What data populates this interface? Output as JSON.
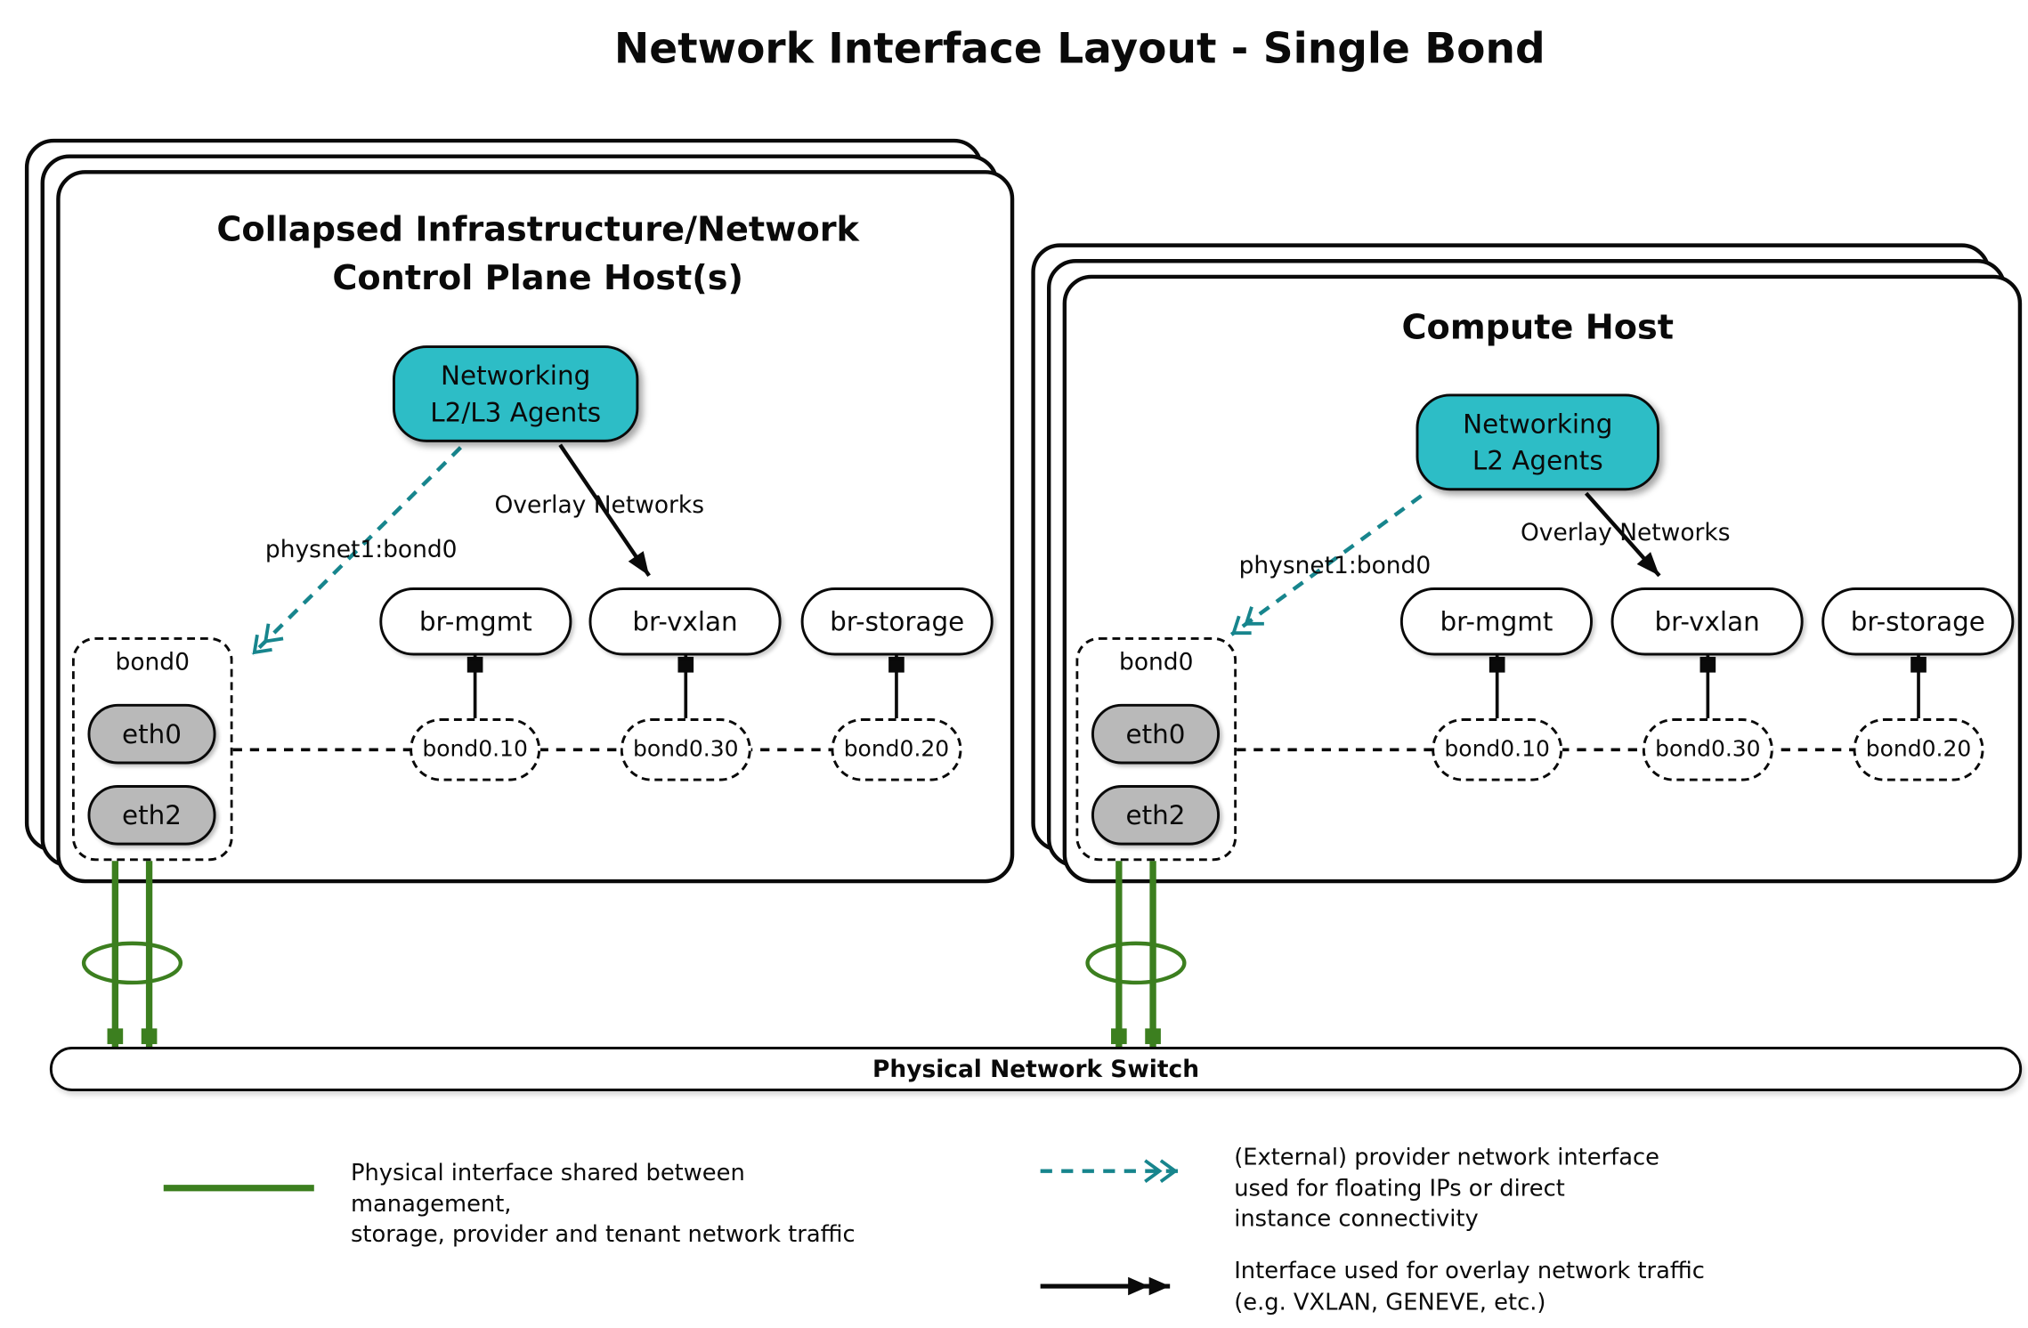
{
  "title": "Network Interface Layout - Single Bond",
  "hosts": [
    {
      "title": "Collapsed Infrastructure/Network\nControl Plane Host(s)",
      "agent": "Networking\nL2/L3 Agents",
      "physnet_label": "physnet1:bond0",
      "overlay_label": "Overlay Networks",
      "bridges": [
        "br-mgmt",
        "br-vxlan",
        "br-storage"
      ],
      "bond": "bond0",
      "nics": [
        "eth0",
        "eth2"
      ],
      "vlans": [
        "bond0.10",
        "bond0.30",
        "bond0.20"
      ]
    },
    {
      "title": "Compute Host",
      "agent": "Networking\nL2 Agents",
      "physnet_label": "physnet1:bond0",
      "overlay_label": "Overlay Networks",
      "bridges": [
        "br-mgmt",
        "br-vxlan",
        "br-storage"
      ],
      "bond": "bond0",
      "nics": [
        "eth0",
        "eth2"
      ],
      "vlans": [
        "bond0.10",
        "bond0.30",
        "bond0.20"
      ]
    }
  ],
  "switch_label": "Physical Network Switch",
  "legend": [
    {
      "icon": "green-line",
      "text": "Physical interface shared between management,\nstorage, provider and tenant network traffic"
    },
    {
      "icon": "teal-dashed-double-arrow",
      "text": "(External) provider network interface\nused for floating IPs or direct\ninstance connectivity"
    },
    {
      "icon": "black-double-arrow",
      "text": "Interface used for overlay network traffic\n(e.g. VXLAN, GENEVE, etc.)"
    }
  ],
  "colors": {
    "teal": "#2dbdc6",
    "teal_dark": "#17858d",
    "green": "#3c7f1f",
    "gray_fill": "#b9b9b9"
  }
}
